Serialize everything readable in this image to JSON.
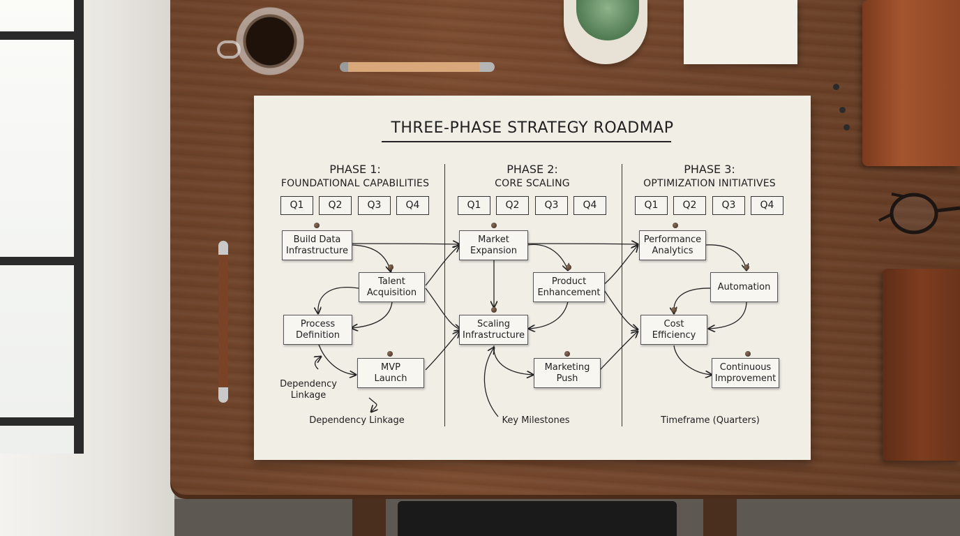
{
  "title": "THREE-PHASE STRATEGY ROADMAP",
  "phases": [
    {
      "number": "PHASE 1:",
      "name": "FOUNDATIONAL CAPABILITIES",
      "quarters": [
        "Q1",
        "Q2",
        "Q3",
        "Q4"
      ]
    },
    {
      "number": "PHASE 2:",
      "name": "CORE SCALING",
      "quarters": [
        "Q1",
        "Q2",
        "Q3",
        "Q4"
      ]
    },
    {
      "number": "PHASE 3:",
      "name": "OPTIMIZATION INITIATIVES",
      "quarters": [
        "Q1",
        "Q2",
        "Q3",
        "Q4"
      ]
    }
  ],
  "nodes": {
    "build_data": [
      "Build Data",
      "Infrastructure"
    ],
    "talent": [
      "Talent",
      "Acquisition"
    ],
    "process": [
      "Process",
      "Definition"
    ],
    "mvp": [
      "MVP",
      "Launch"
    ],
    "market": [
      "Market",
      "Expansion"
    ],
    "product": [
      "Product",
      "Enhancement"
    ],
    "scaling": [
      "Scaling",
      "Infrastructure"
    ],
    "marketing": [
      "Marketing",
      "Push"
    ],
    "performance": [
      "Performance",
      "Analytics"
    ],
    "automation": [
      "Automation"
    ],
    "cost": [
      "Cost",
      "Efficiency"
    ],
    "continuous": [
      "Continuous",
      "Improvement"
    ]
  },
  "annotations": {
    "dependency_linkage_small": [
      "Dependency",
      "Linkage"
    ],
    "dependency_linkage": "Dependency Linkage",
    "key_milestones": "Key Milestones",
    "timeframe": "Timeframe (Quarters)"
  },
  "colors": {
    "paper": "#f1eee6",
    "ink": "#1f1f1f",
    "desk_wood": "#7a4b2f",
    "leather": "#a4552e"
  }
}
